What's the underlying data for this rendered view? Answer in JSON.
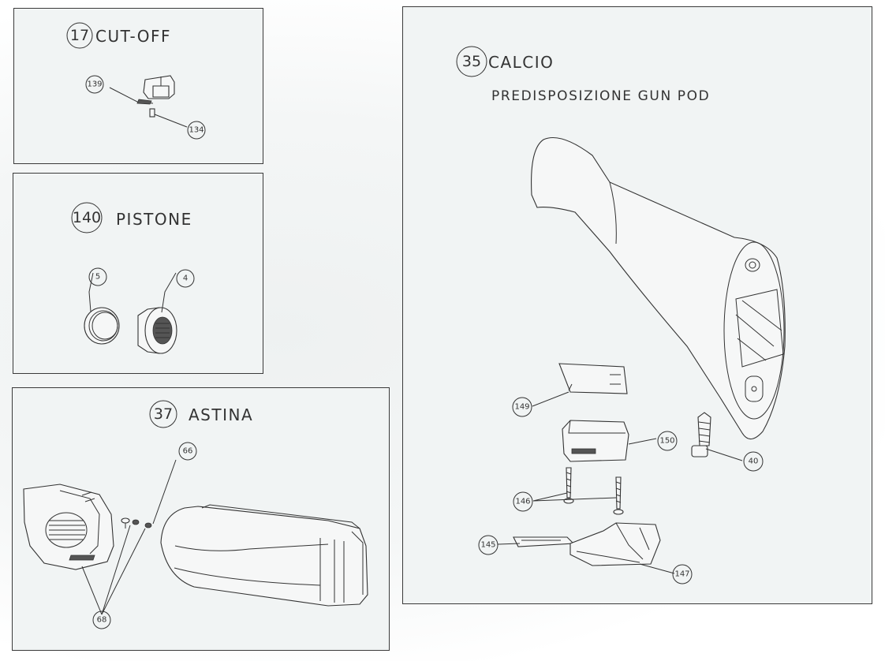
{
  "panels": {
    "cutoff": {
      "number": "17",
      "title": "CUT-OFF",
      "callouts": [
        "139",
        "134"
      ]
    },
    "pistone": {
      "number": "140",
      "title": "PISTONE",
      "callouts": [
        "5",
        "4"
      ]
    },
    "astina": {
      "number": "37",
      "title": "ASTINA",
      "callouts": [
        "66",
        "68"
      ]
    },
    "calcio": {
      "number": "35",
      "title": "CALCIO",
      "subtitle": "PREDISPOSIZIONE GUN POD",
      "callouts": [
        "149",
        "150",
        "40",
        "146",
        "145",
        "147"
      ]
    }
  },
  "colors": {
    "panel_fill": "#f1f4f4",
    "line": "#333333"
  }
}
